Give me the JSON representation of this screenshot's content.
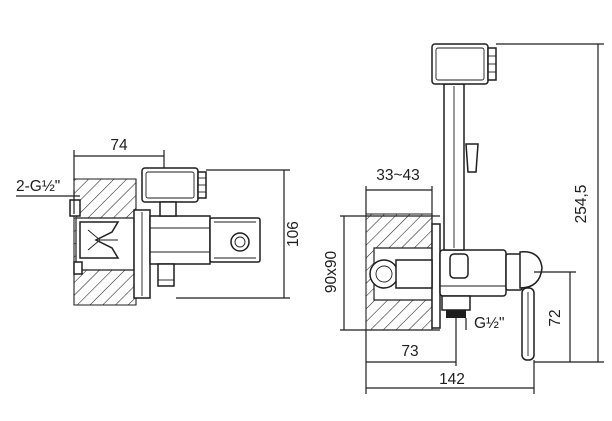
{
  "dimensions": {
    "side_width": "74",
    "connection": "2-G½\"",
    "side_height": "106",
    "wall_depth": "33~43",
    "plate_size": "90x90",
    "total_height": "254,5",
    "hose_connection": "G½\"",
    "outlet_height": "72",
    "outlet_depth": "73",
    "total_depth": "142"
  },
  "colors": {
    "line": "#1e1e1e",
    "background": "#ffffff"
  }
}
